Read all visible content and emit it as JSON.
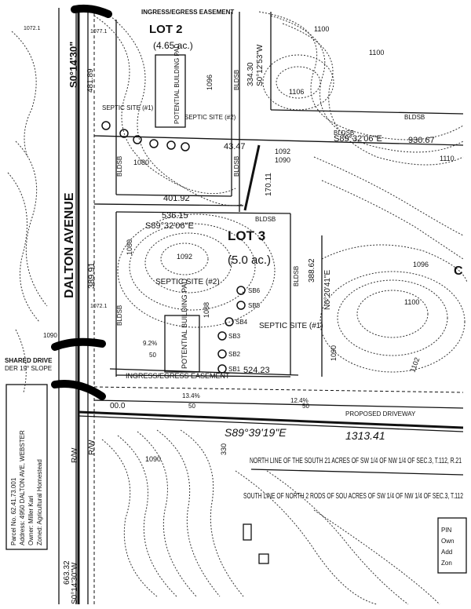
{
  "title_fragment": "INGRESS/EGRESS EASEMENT",
  "road": {
    "name": "DALTON AVENUE",
    "bearing_top": "S0°14'30\"",
    "bearing_bottom": "S0°14'30\"W",
    "dist_bottom": "663.32",
    "rw_left": "R/W",
    "rw_right": "R/W"
  },
  "lot2": {
    "label": "LOT 2",
    "area": "(4.65 ac.)",
    "pad": "POTENTIAL BUILDING PAD",
    "septic1": "SEPTIC SITE (#1)",
    "septic2": "SEPTIC SITE (#2)",
    "dist_top": "481.89",
    "bearing_right": "S0°12'53\"W",
    "dist_right": "334.30",
    "south_dist": "401.92",
    "east_dist": "43.47",
    "driveway_dist": "170.11"
  },
  "lot3": {
    "label": "LOT 3",
    "area": "(5.0 ac.)",
    "pad": "POTENTIAL BUILDING PAD",
    "septic1": "SEPTIC SITE (#1)",
    "septic2": "SEPTIC SITE (#2)",
    "north_dist": "536.15",
    "north_bearing": "S89°32'06\"E",
    "east_bearing": "N0°20'41\"E",
    "east_dist": "388.62",
    "west_dist": "389.91",
    "south_dist": "524.23",
    "soil_labels": [
      "SB6",
      "SB5",
      "SB4",
      "SB3",
      "SB2",
      "SB1"
    ]
  },
  "north_line": {
    "bearing": "S89°32'06\"E",
    "dist": "930.67"
  },
  "south_line": {
    "bearing": "S89°39'19\"E",
    "dist": "1313.41"
  },
  "easement_lower": "INGRESS/EGRESS EASEMENT",
  "shared_drive": "SHARED DRIVE",
  "shared_slope": "DER 19° SLOPE",
  "proposed_drive": "PROPOSED DRIVEWAY",
  "grade_labels": [
    "9.2%",
    "13.4%",
    "12.4%"
  ],
  "elevations": [
    "1072.1",
    "1077.1",
    "1100",
    "1096",
    "1106",
    "1080",
    "1092",
    "1090",
    "1110",
    "1092",
    "1088",
    "1080",
    "1096",
    "1100",
    "1102",
    "1090",
    "1090",
    "1072.1",
    "1090",
    "1100",
    "330",
    "50",
    "50",
    "50",
    "00.0"
  ],
  "notes": {
    "north_line": "NORTH LINE OF THE SOUTH 21 ACRES OF SW 1/4 OF NW 1/4 OF SEC.3, T.112, R.21",
    "south_line": "SOUTH LINE OF NORTH 2 RODS OF SOU ACRES OF SW 1/4 OF NW 1/4 OF SEC.3, T.112"
  },
  "side_box": {
    "lines": [
      "Parcel No. 62.41.73.001",
      "Address: 4950 DALTON AVE, WEBSTER",
      "Owner: Miller Kari",
      "Zoned: Agricultural Homestead"
    ]
  },
  "corner_box": {
    "lines": [
      "PIN",
      "Own",
      "Add",
      "Zon"
    ]
  },
  "bldsb": "BLDSB",
  "letter_c": "C"
}
